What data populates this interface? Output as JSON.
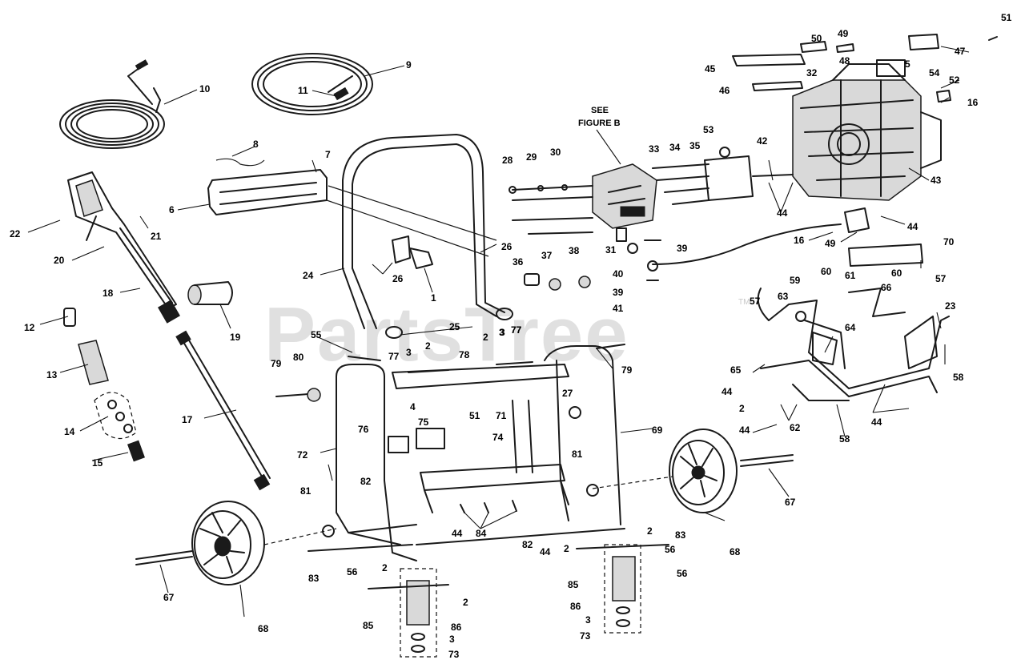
{
  "figure_reference": {
    "line1": "SEE",
    "line2": "FIGURE B"
  },
  "watermark": {
    "text": "PartsTree",
    "trademark": "TM",
    "color": "#c8c8c8"
  },
  "callouts": [
    "51",
    "50",
    "49",
    "47",
    "45",
    "48",
    "5",
    "54",
    "32",
    "52",
    "46",
    "16",
    "10",
    "9",
    "11",
    "8",
    "7",
    "6",
    "28",
    "29",
    "30",
    "33",
    "34",
    "35",
    "53",
    "42",
    "43",
    "44",
    "16",
    "49",
    "44",
    "22",
    "21",
    "20",
    "26",
    "24",
    "26",
    "1",
    "36",
    "37",
    "38",
    "31",
    "39",
    "40",
    "39",
    "41",
    "70",
    "18",
    "19",
    "12",
    "55",
    "3",
    "77",
    "25",
    "2",
    "3",
    "77",
    "78",
    "79",
    "79",
    "80",
    "2",
    "77",
    "4",
    "27",
    "13",
    "14",
    "15",
    "17",
    "51",
    "71",
    "76",
    "75",
    "74",
    "72",
    "82",
    "81",
    "69",
    "81",
    "68",
    "67",
    "84",
    "82",
    "44",
    "44",
    "83",
    "2",
    "2",
    "56",
    "56",
    "85",
    "86",
    "3",
    "73",
    "68",
    "67",
    "83",
    "2",
    "85",
    "86",
    "3",
    "73",
    "2",
    "57",
    "59",
    "60",
    "61",
    "60",
    "57",
    "63",
    "66",
    "64",
    "65",
    "44",
    "2",
    "62",
    "44",
    "58",
    "44",
    "58",
    "23"
  ],
  "labels": [
    {
      "id": "c51",
      "text": "51"
    },
    {
      "id": "c50",
      "text": "50"
    },
    {
      "id": "c49a",
      "text": "49"
    },
    {
      "id": "c47",
      "text": "47"
    },
    {
      "id": "c45",
      "text": "45"
    },
    {
      "id": "c48",
      "text": "48"
    },
    {
      "id": "c5",
      "text": "5"
    },
    {
      "id": "c54",
      "text": "54"
    },
    {
      "id": "c32",
      "text": "32"
    },
    {
      "id": "c52",
      "text": "52"
    },
    {
      "id": "c46",
      "text": "46"
    },
    {
      "id": "c16a",
      "text": "16"
    },
    {
      "id": "c10",
      "text": "10"
    },
    {
      "id": "c9",
      "text": "9"
    },
    {
      "id": "c11",
      "text": "11"
    },
    {
      "id": "c8",
      "text": "8"
    },
    {
      "id": "c7",
      "text": "7"
    },
    {
      "id": "c6",
      "text": "6"
    },
    {
      "id": "c28",
      "text": "28"
    },
    {
      "id": "c29",
      "text": "29"
    },
    {
      "id": "c30",
      "text": "30"
    },
    {
      "id": "c33",
      "text": "33"
    },
    {
      "id": "c34",
      "text": "34"
    },
    {
      "id": "c35",
      "text": "35"
    },
    {
      "id": "c53",
      "text": "53"
    },
    {
      "id": "c42",
      "text": "42"
    },
    {
      "id": "c43",
      "text": "43"
    },
    {
      "id": "c44a",
      "text": "44"
    },
    {
      "id": "c16b",
      "text": "16"
    },
    {
      "id": "c49b",
      "text": "49"
    },
    {
      "id": "c44b",
      "text": "44"
    },
    {
      "id": "c22",
      "text": "22"
    },
    {
      "id": "c21",
      "text": "21"
    },
    {
      "id": "c20",
      "text": "20"
    },
    {
      "id": "c26a",
      "text": "26"
    },
    {
      "id": "c24",
      "text": "24"
    },
    {
      "id": "c26b",
      "text": "26"
    },
    {
      "id": "c1",
      "text": "1"
    },
    {
      "id": "c36",
      "text": "36"
    },
    {
      "id": "c37",
      "text": "37"
    },
    {
      "id": "c38",
      "text": "38"
    },
    {
      "id": "c31",
      "text": "31"
    },
    {
      "id": "c39a",
      "text": "39"
    },
    {
      "id": "c40",
      "text": "40"
    },
    {
      "id": "c39b",
      "text": "39"
    },
    {
      "id": "c41",
      "text": "41"
    },
    {
      "id": "c70",
      "text": "70"
    },
    {
      "id": "c18",
      "text": "18"
    },
    {
      "id": "c19",
      "text": "19"
    },
    {
      "id": "c12",
      "text": "12"
    },
    {
      "id": "c55",
      "text": "55"
    },
    {
      "id": "c3a",
      "text": "3"
    },
    {
      "id": "c77a",
      "text": "77"
    },
    {
      "id": "c25",
      "text": "25"
    },
    {
      "id": "c2a",
      "text": "2"
    },
    {
      "id": "c3b",
      "text": "3"
    },
    {
      "id": "c77b",
      "text": "77"
    },
    {
      "id": "c78",
      "text": "78"
    },
    {
      "id": "c79a",
      "text": "79"
    },
    {
      "id": "c79b",
      "text": "79"
    },
    {
      "id": "c80",
      "text": "80"
    },
    {
      "id": "c2b",
      "text": "2"
    },
    {
      "id": "c77c",
      "text": "77"
    },
    {
      "id": "c4",
      "text": "4"
    },
    {
      "id": "c27",
      "text": "27"
    },
    {
      "id": "c13",
      "text": "13"
    },
    {
      "id": "c14",
      "text": "14"
    },
    {
      "id": "c15",
      "text": "15"
    },
    {
      "id": "c17",
      "text": "17"
    },
    {
      "id": "c51b",
      "text": "51"
    },
    {
      "id": "c71",
      "text": "71"
    },
    {
      "id": "c76",
      "text": "76"
    },
    {
      "id": "c75",
      "text": "75"
    },
    {
      "id": "c74",
      "text": "74"
    },
    {
      "id": "c72",
      "text": "72"
    },
    {
      "id": "c82a",
      "text": "82"
    },
    {
      "id": "c81a",
      "text": "81"
    },
    {
      "id": "c69",
      "text": "69"
    },
    {
      "id": "c81b",
      "text": "81"
    },
    {
      "id": "c68a",
      "text": "68"
    },
    {
      "id": "c67a",
      "text": "67"
    },
    {
      "id": "c84",
      "text": "84"
    },
    {
      "id": "c82b",
      "text": "82"
    },
    {
      "id": "c44c",
      "text": "44"
    },
    {
      "id": "c44d",
      "text": "44"
    },
    {
      "id": "c83a",
      "text": "83"
    },
    {
      "id": "c2c",
      "text": "2"
    },
    {
      "id": "c2d",
      "text": "2"
    },
    {
      "id": "c56a",
      "text": "56"
    },
    {
      "id": "c56b",
      "text": "56"
    },
    {
      "id": "c85a",
      "text": "85"
    },
    {
      "id": "c86a",
      "text": "86"
    },
    {
      "id": "c3c",
      "text": "3"
    },
    {
      "id": "c73a",
      "text": "73"
    },
    {
      "id": "c68b",
      "text": "68"
    },
    {
      "id": "c67b",
      "text": "67"
    },
    {
      "id": "c83b",
      "text": "83"
    },
    {
      "id": "c2e",
      "text": "2"
    },
    {
      "id": "c85b",
      "text": "85"
    },
    {
      "id": "c86b",
      "text": "86"
    },
    {
      "id": "c3d",
      "text": "3"
    },
    {
      "id": "c73b",
      "text": "73"
    },
    {
      "id": "c2f",
      "text": "2"
    },
    {
      "id": "c57a",
      "text": "57"
    },
    {
      "id": "c59",
      "text": "59"
    },
    {
      "id": "c60a",
      "text": "60"
    },
    {
      "id": "c61",
      "text": "61"
    },
    {
      "id": "c60b",
      "text": "60"
    },
    {
      "id": "c57b",
      "text": "57"
    },
    {
      "id": "c63",
      "text": "63"
    },
    {
      "id": "c66",
      "text": "66"
    },
    {
      "id": "c64",
      "text": "64"
    },
    {
      "id": "c65",
      "text": "65"
    },
    {
      "id": "c44e",
      "text": "44"
    },
    {
      "id": "c2g",
      "text": "2"
    },
    {
      "id": "c62",
      "text": "62"
    },
    {
      "id": "c44f",
      "text": "44"
    },
    {
      "id": "c58a",
      "text": "58"
    },
    {
      "id": "c44g",
      "text": "44"
    },
    {
      "id": "c58b",
      "text": "58"
    },
    {
      "id": "c23",
      "text": "23"
    },
    {
      "id": "c3e",
      "text": "3"
    },
    {
      "id": "c56c",
      "text": "56"
    }
  ]
}
